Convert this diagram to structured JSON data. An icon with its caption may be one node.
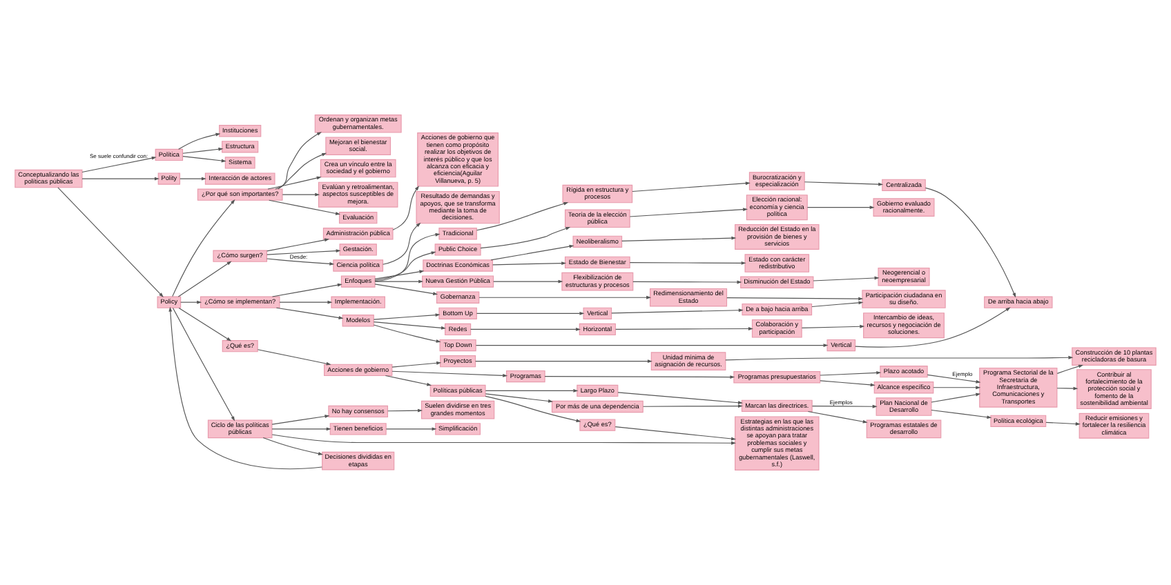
{
  "diagram": {
    "nodes": [
      {
        "text": [
          "Conceptualizando las políticas públicas"
        ]
      },
      {
        "text": [
          "Política"
        ]
      },
      {
        "text": [
          "Estructura"
        ]
      },
      {
        "text": [
          "Sistema"
        ]
      },
      {
        "text": [
          "Instituciones"
        ]
      },
      {
        "text": [
          "Polity"
        ]
      },
      {
        "text": [
          "Interacción de actores"
        ]
      },
      {
        "text": [
          "Policy"
        ]
      },
      {
        "text": [
          "¿Qué es?"
        ]
      },
      {
        "text": [
          "Acciones de gobierno"
        ]
      },
      {
        "text": [
          "Proyectos"
        ]
      },
      {
        "text": [
          "Programas"
        ]
      },
      {
        "text": [
          "Políticas públicas"
        ]
      },
      {
        "text": [
          "¿Qué es?"
        ]
      },
      {
        "text": [
          "Estrategias en las que las distintas administraciones se apoyan para tratar problemas sociales y cumplir sus metas gubernamentales (Laswell, s.f.)"
        ]
      },
      {
        "text": [
          "Unidad mínima de asignación de recursos."
        ]
      },
      {
        "text": [
          "Programas presupuestarios"
        ]
      },
      {
        "text": [
          "Plazo acotado"
        ]
      },
      {
        "text": [
          "Alcance específico"
        ]
      },
      {
        "text": [
          "Construcción de 10 plantas recicladoras de basura"
        ]
      },
      {
        "text": [
          "Programa Sectorial de la Secretaría de Infraestructura, Comunicaciones y Transportes"
        ]
      },
      {
        "text": [
          "Contribuir al fortalecimiento de la protección social y fomento de la sostenibilidad ambiental"
        ]
      },
      {
        "text": [
          "Largo Plazo"
        ]
      },
      {
        "text": [
          "Por más de una dependencia"
        ]
      },
      {
        "text": [
          "Marcan las directrices."
        ]
      },
      {
        "text": [
          "Plan Nacional de Desarrollo"
        ]
      },
      {
        "text": [
          "Programas estatales de desarrollo"
        ]
      },
      {
        "text": [
          "Política ecológica"
        ]
      },
      {
        "text": [
          "Reducir emisiones y fortalecer la resiliencia climática"
        ]
      },
      {
        "text": [
          "Decisiones divididas en etapas"
        ]
      },
      {
        "text": [
          "Ciclo de las políticas públicas"
        ]
      },
      {
        "text": [
          "No hay consensos"
        ]
      },
      {
        "text": [
          "Suelen dividirse en tres grandes momentos"
        ]
      },
      {
        "text": [
          "Tienen beneficios"
        ]
      },
      {
        "text": [
          "Simplificación"
        ]
      },
      {
        "text": [
          "¿Por qué son importantes?"
        ]
      },
      {
        "text": [
          "Evaluación"
        ]
      },
      {
        "text": [
          "Ordenan y organizan metas gubernamentales."
        ]
      },
      {
        "text": [
          "Mejoran el bienestar social."
        ]
      },
      {
        "text": [
          "Crea un vínculo entre la sociedad y el gobierno"
        ]
      },
      {
        "text": [
          "Evalúan y retroalimentan, aspectos susceptibles de mejora."
        ]
      },
      {
        "text": [
          "¿Cómo surgen?"
        ]
      },
      {
        "text": [
          "Gestación."
        ]
      },
      {
        "text": [
          "Ciencia política"
        ]
      },
      {
        "text": [
          "Resultado de demandas y apoyos, que se transforma mediante la toma de decisiones."
        ]
      },
      {
        "text": [
          "Administración pública"
        ]
      },
      {
        "text": [
          "Acciones de gobierno que tienen como propósito realizar los objetivos de interés público y que los alcanza con eficacia y eficiencia(Aguilar Villanueva, p. 5)"
        ]
      },
      {
        "text": [
          "¿Cómo se implementan?"
        ]
      },
      {
        "text": [
          "Implementación."
        ]
      },
      {
        "text": [
          "Modelos"
        ]
      },
      {
        "text": [
          "Top Down"
        ]
      },
      {
        "text": [
          "Vertical"
        ]
      },
      {
        "text": [
          "De arriba hacia abajo"
        ]
      },
      {
        "text": [
          "Bottom Up"
        ]
      },
      {
        "text": [
          "Vertical"
        ]
      },
      {
        "text": [
          "De a bajo hacia arriba"
        ]
      },
      {
        "text": [
          "Redes"
        ]
      },
      {
        "text": [
          "Horizontal"
        ]
      },
      {
        "text": [
          "Colaboración y participación"
        ]
      },
      {
        "text": [
          "Intercambio de ideas, recursos y negociación de soluciones."
        ]
      },
      {
        "text": [
          "Enfoques"
        ]
      },
      {
        "text": [
          "Nueva Gestión Pública"
        ]
      },
      {
        "text": [
          "Flexibilización de estructuras y procesos"
        ]
      },
      {
        "text": [
          "Disminución del Estado"
        ]
      },
      {
        "text": [
          "Neogerencial o neoempresarial"
        ]
      },
      {
        "text": [
          "Participación ciudadana en su diseño."
        ]
      },
      {
        "text": [
          "Gobernanza"
        ]
      },
      {
        "text": [
          "Redimensionamiento del Estado"
        ]
      },
      {
        "text": [
          "Public Choice"
        ]
      },
      {
        "text": [
          "Teoría de la elección pública"
        ]
      },
      {
        "text": [
          "Elección racional: economía y ciencia política"
        ]
      },
      {
        "text": [
          "Gobierno evaluado racionalmente."
        ]
      },
      {
        "text": [
          "Tradicional"
        ]
      },
      {
        "text": [
          "Rígida en estructura y procesos"
        ]
      },
      {
        "text": [
          "Burocratización y especialización"
        ]
      },
      {
        "text": [
          "Centralizada"
        ]
      },
      {
        "text": [
          "Doctrinas Económicas"
        ]
      },
      {
        "text": [
          "Neoliberalismo"
        ]
      },
      {
        "text": [
          "Reducción del Estado en la provisión de bienes y servicios"
        ]
      },
      {
        "text": [
          "Estado de Bienestar"
        ]
      },
      {
        "text": [
          "Estado con carácter redistributivo"
        ]
      }
    ],
    "edges": [
      {
        "from": 0,
        "to": 1,
        "arrow": "to",
        "label": "Se suele confundir con:"
      },
      {
        "from": 0,
        "to": 5,
        "arrow": "to"
      },
      {
        "from": 1,
        "to": 2,
        "arrow": "to"
      },
      {
        "from": 1,
        "to": 3,
        "arrow": "to"
      },
      {
        "from": 1,
        "to": 4,
        "arrow": "to"
      },
      {
        "from": 5,
        "to": 6,
        "arrow": "to"
      },
      {
        "from": 0,
        "to": 7,
        "arrow": "to"
      },
      {
        "from": 7,
        "to": 8,
        "arrow": "to"
      },
      {
        "from": 8,
        "to": 9,
        "arrow": "to"
      },
      {
        "from": 9,
        "to": 10,
        "arrow": "to"
      },
      {
        "from": 9,
        "to": 11,
        "arrow": "to"
      },
      {
        "from": 9,
        "to": 12,
        "arrow": "to"
      },
      {
        "from": 12,
        "to": 13,
        "arrow": "to"
      },
      {
        "from": 13,
        "to": 14,
        "arrow": "to"
      },
      {
        "from": 10,
        "to": 15,
        "arrow": "to"
      },
      {
        "from": 15,
        "to": 19,
        "arrow": "to"
      },
      {
        "from": 11,
        "to": 16,
        "arrow": "to"
      },
      {
        "from": 16,
        "to": 17,
        "arrow": "to"
      },
      {
        "from": 16,
        "to": 18,
        "arrow": "to"
      },
      {
        "from": 17,
        "to": 20,
        "arrow": "to",
        "label": "Ejemplo"
      },
      {
        "from": 18,
        "to": 20,
        "arrow": "to"
      },
      {
        "from": 20,
        "to": 21,
        "arrow": "to"
      },
      {
        "from": 20,
        "to": 19,
        "arrow": "to"
      },
      {
        "from": 12,
        "to": 22,
        "arrow": "to"
      },
      {
        "from": 12,
        "to": 23,
        "arrow": "to"
      },
      {
        "from": 22,
        "to": 24,
        "arrow": "to"
      },
      {
        "from": 23,
        "to": 24,
        "arrow": "to"
      },
      {
        "from": 24,
        "to": 25,
        "arrow": "to",
        "label": "Ejemplos"
      },
      {
        "from": 24,
        "to": 26,
        "arrow": "to"
      },
      {
        "from": 25,
        "to": 20,
        "arrow": "to"
      },
      {
        "from": 25,
        "to": 27,
        "arrow": "to"
      },
      {
        "from": 27,
        "to": 28,
        "arrow": "to"
      },
      {
        "from": 7,
        "to": 30,
        "arrow": "to"
      },
      {
        "from": 30,
        "to": 14,
        "arrow": "to"
      },
      {
        "from": 30,
        "to": 29,
        "arrow": "to"
      },
      {
        "from": 29,
        "to": 7,
        "arrow": "to"
      },
      {
        "from": 30,
        "to": 31,
        "arrow": "to"
      },
      {
        "from": 30,
        "to": 33,
        "arrow": "to"
      },
      {
        "from": 31,
        "to": 32,
        "arrow": "to"
      },
      {
        "from": 33,
        "to": 34,
        "arrow": "to"
      },
      {
        "from": 7,
        "to": 35,
        "arrow": "to"
      },
      {
        "from": 35,
        "to": 36,
        "arrow": "to"
      },
      {
        "from": 35,
        "to": 37,
        "arrow": "to"
      },
      {
        "from": 35,
        "to": 38,
        "arrow": "to"
      },
      {
        "from": 35,
        "to": 39,
        "arrow": "to"
      },
      {
        "from": 35,
        "to": 40,
        "arrow": "to"
      },
      {
        "from": 7,
        "to": 41,
        "arrow": "to"
      },
      {
        "from": 41,
        "to": 42,
        "arrow": "to"
      },
      {
        "from": 41,
        "to": 43,
        "arrow": "to",
        "label": "Desde:"
      },
      {
        "from": 41,
        "to": 45,
        "arrow": "to"
      },
      {
        "from": 43,
        "to": 44,
        "arrow": "to"
      },
      {
        "from": 45,
        "to": 46,
        "arrow": "to"
      },
      {
        "from": 7,
        "to": 47,
        "arrow": "to"
      },
      {
        "from": 47,
        "to": 48,
        "arrow": "to"
      },
      {
        "from": 47,
        "to": 49,
        "arrow": "to"
      },
      {
        "from": 47,
        "to": 60,
        "arrow": "to"
      },
      {
        "from": 49,
        "to": 50,
        "arrow": "to"
      },
      {
        "from": 49,
        "to": 53,
        "arrow": "to"
      },
      {
        "from": 49,
        "to": 56,
        "arrow": "to"
      },
      {
        "from": 50,
        "to": 51,
        "arrow": "to"
      },
      {
        "from": 51,
        "to": 52,
        "arrow": "to"
      },
      {
        "from": 53,
        "to": 54,
        "arrow": "to"
      },
      {
        "from": 54,
        "to": 55,
        "arrow": "to"
      },
      {
        "from": 56,
        "to": 57,
        "arrow": "to"
      },
      {
        "from": 57,
        "to": 58,
        "arrow": "to"
      },
      {
        "from": 58,
        "to": 59,
        "arrow": "to"
      },
      {
        "from": 55,
        "to": 65,
        "arrow": "to"
      },
      {
        "from": 60,
        "to": 61,
        "arrow": "to"
      },
      {
        "from": 60,
        "to": 66,
        "arrow": "to"
      },
      {
        "from": 60,
        "to": 68,
        "arrow": "to"
      },
      {
        "from": 60,
        "to": 72,
        "arrow": "to"
      },
      {
        "from": 60,
        "to": 76,
        "arrow": "to"
      },
      {
        "from": 61,
        "to": 62,
        "arrow": "to"
      },
      {
        "from": 62,
        "to": 63,
        "arrow": "to"
      },
      {
        "from": 63,
        "to": 64,
        "arrow": "to"
      },
      {
        "from": 66,
        "to": 67,
        "arrow": "to"
      },
      {
        "from": 67,
        "to": 65,
        "arrow": "to"
      },
      {
        "from": 68,
        "to": 69,
        "arrow": "to"
      },
      {
        "from": 69,
        "to": 70,
        "arrow": "to"
      },
      {
        "from": 70,
        "to": 71,
        "arrow": "to"
      },
      {
        "from": 72,
        "to": 73,
        "arrow": "to"
      },
      {
        "from": 73,
        "to": 74,
        "arrow": "to"
      },
      {
        "from": 74,
        "to": 75,
        "arrow": "to"
      },
      {
        "from": 75,
        "to": 52,
        "arrow": "to"
      },
      {
        "from": 76,
        "to": 77,
        "arrow": "to"
      },
      {
        "from": 76,
        "to": 79,
        "arrow": "to"
      },
      {
        "from": 77,
        "to": 78,
        "arrow": "to"
      },
      {
        "from": 79,
        "to": 80,
        "arrow": "to"
      }
    ]
  }
}
